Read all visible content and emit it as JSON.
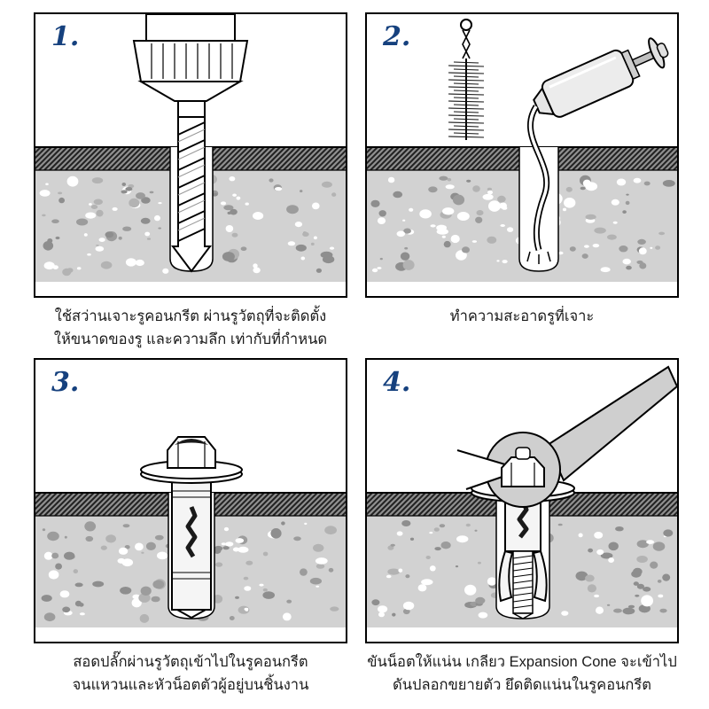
{
  "accent_color": "#16417e",
  "colors": {
    "concrete": "#d2d2d2",
    "hatch_band": "#8f8f8f",
    "outline": "#000000"
  },
  "panels": [
    {
      "number": "1.",
      "illustration": "hammer-drill-drilling-hole-in-concrete",
      "caption_lines": [
        "ใช้สว่านเจาะรูคอนกรีต ผ่านรูวัตถุที่จะติดตั้ง",
        "ให้ขนาดของรู และความลึก เท่ากับที่กำหนด"
      ]
    },
    {
      "number": "2.",
      "illustration": "brush-and-blow-pump-cleaning-drilled-hole",
      "caption_lines": [
        "ทำความสะอาดรูที่เจาะ"
      ]
    },
    {
      "number": "3.",
      "illustration": "sleeve-anchor-inserted-into-hole",
      "caption_lines": [
        "สอดปลั๊กผ่านรูวัตถุเข้าไปในรูคอนกรีต",
        "จนแหวนและหัวน็อตตัวผู้อยู่บนชิ้นงาน"
      ]
    },
    {
      "number": "4.",
      "illustration": "wrench-tightening-nut-anchor-expanding",
      "caption_lines": [
        "ขันน็อตให้แน่น เกลียว Expansion Cone จะเข้าไป",
        "ดันปลอกขยายตัว ยึดติดแน่นในรูคอนกรีต"
      ]
    }
  ]
}
